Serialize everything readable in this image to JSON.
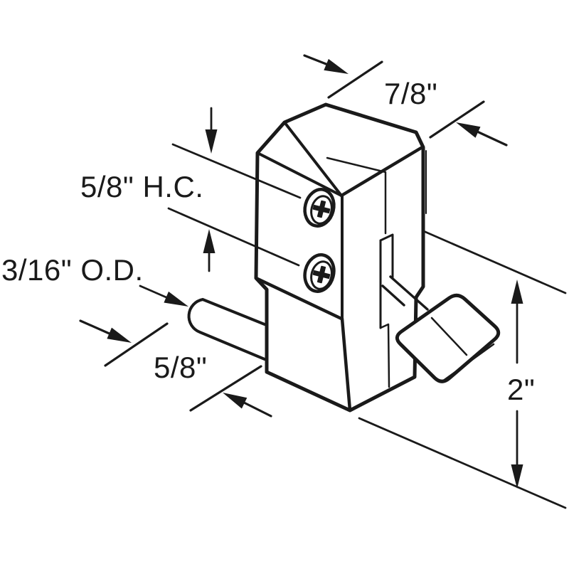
{
  "page": {
    "background_color": "#ffffff",
    "line_color": "#1a1a1a"
  },
  "diagram": {
    "type": "technical-drawing",
    "subject": "sliding-window thumb lever lock, isometric line drawing with dimensions",
    "dimensions": {
      "top_depth": "7/8\"",
      "hole_center": "5/8\" H.C.",
      "pin_outer_diameter": "3/16\" O.D.",
      "base_depth": "5/8\"",
      "total_height": "2\""
    }
  }
}
